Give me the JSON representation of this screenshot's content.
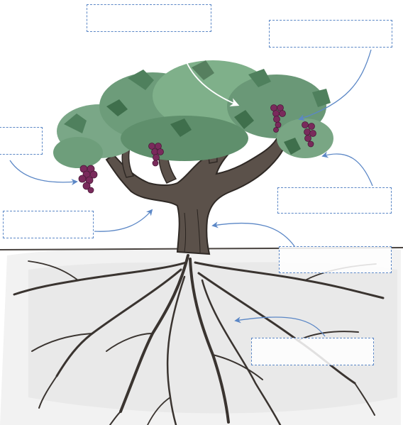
{
  "diagram": {
    "labels": [
      {
        "id": "top",
        "text": ""
      },
      {
        "id": "topright",
        "text": ""
      },
      {
        "id": "left",
        "text": ""
      },
      {
        "id": "right",
        "text": ""
      },
      {
        "id": "midleft",
        "text": ""
      },
      {
        "id": "ground",
        "text": ""
      },
      {
        "id": "roots",
        "text": ""
      }
    ]
  },
  "colors": {
    "arrow": "#5b87c6",
    "leaf": "#5f9a6f",
    "leaf_dark": "#3f6f4c",
    "trunk": "#4a4038",
    "grape": "#7a2a5c",
    "root": "#3a3430",
    "soil": "#d8d8d8"
  }
}
